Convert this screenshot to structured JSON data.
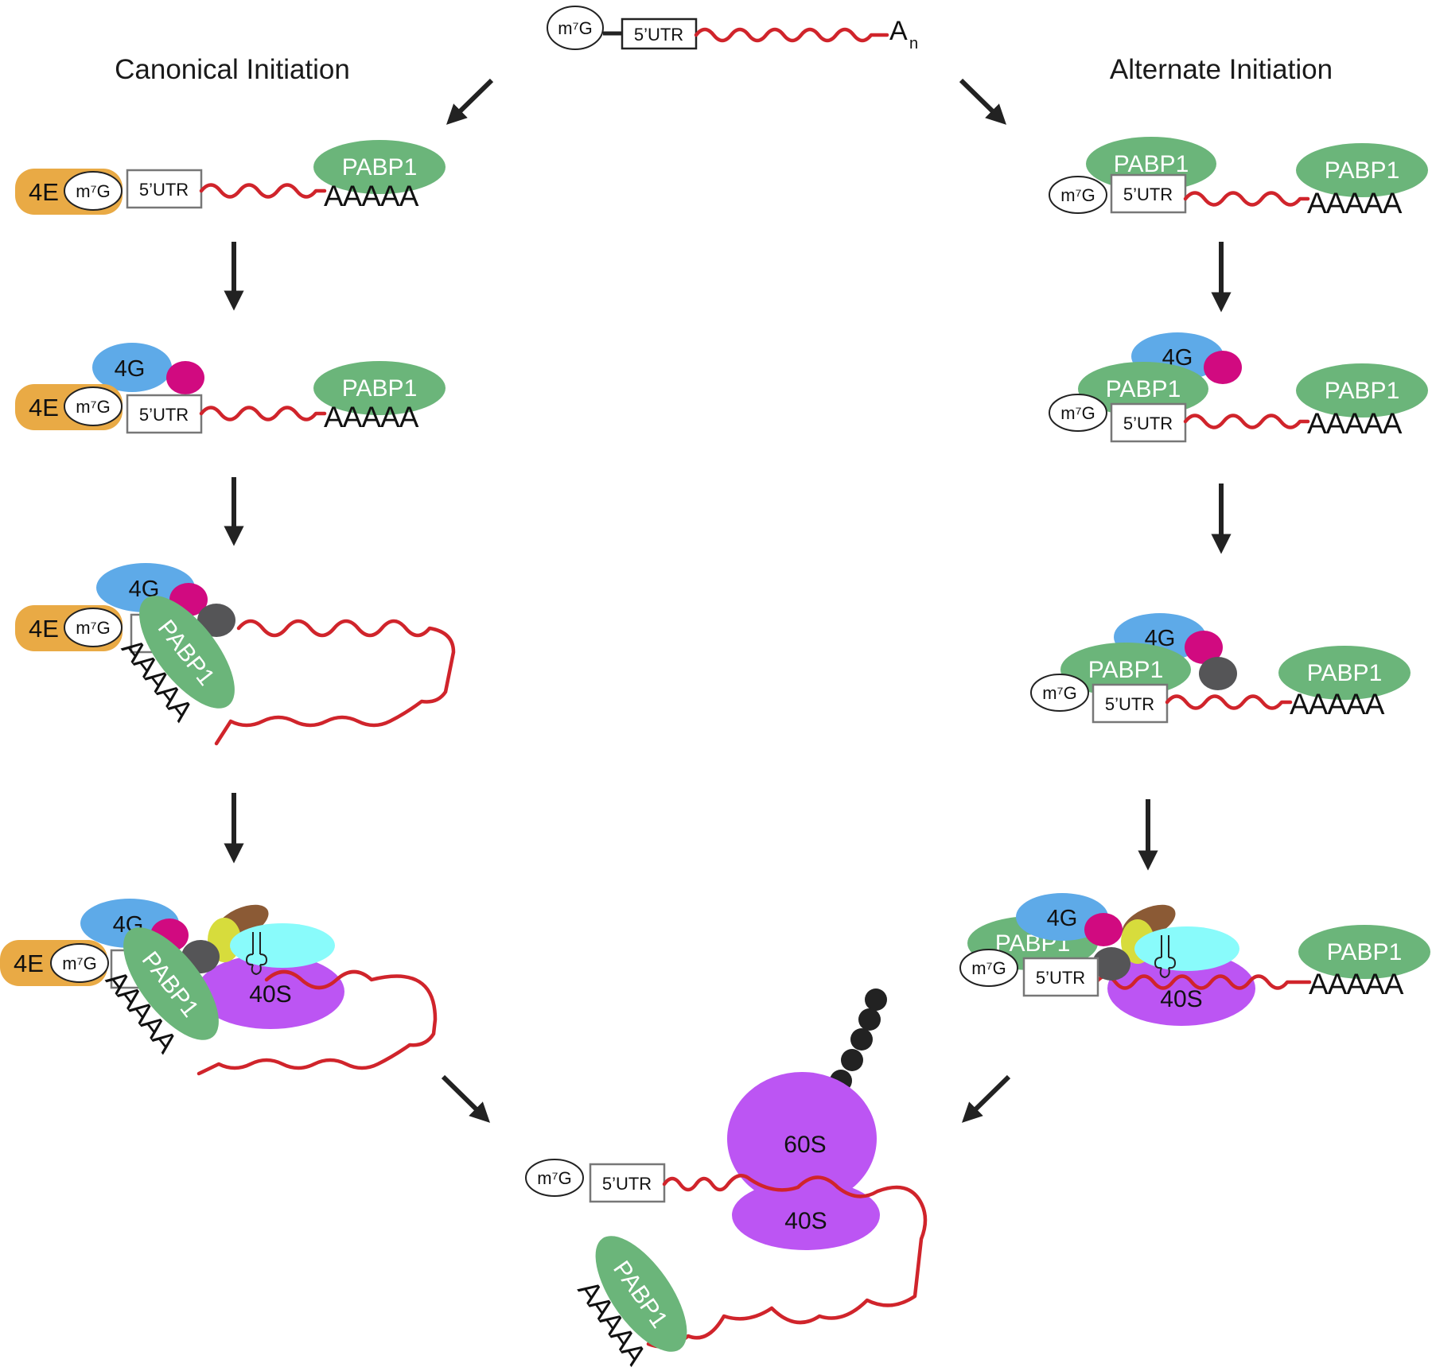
{
  "titles": {
    "canonical": "Canonical Initiation",
    "alternate": "Alternate Initiation"
  },
  "labels": {
    "cap": "m⁷G",
    "utr": "5’UTR",
    "polyA_short": "A",
    "polyA_sub": "n",
    "polyA": "AAAAA",
    "pabp": "PABP1",
    "eif4e": "4E",
    "eif4g": "4G",
    "small_subunit": "40S",
    "large_subunit": "60S"
  },
  "colors": {
    "rna": "#d0242b",
    "eif4e": "#e9aa45",
    "pabp": "#6bb57a",
    "eif4g": "#5eaae8",
    "eif4a": "#d10a80",
    "eif4b": "#555557",
    "eif3_yellow": "#d7dc3c",
    "eif2_brown": "#8b5a35",
    "tRNA_cyan": "#89fbfb",
    "ribosome": "#bc55f3",
    "peptide": "#222222"
  }
}
